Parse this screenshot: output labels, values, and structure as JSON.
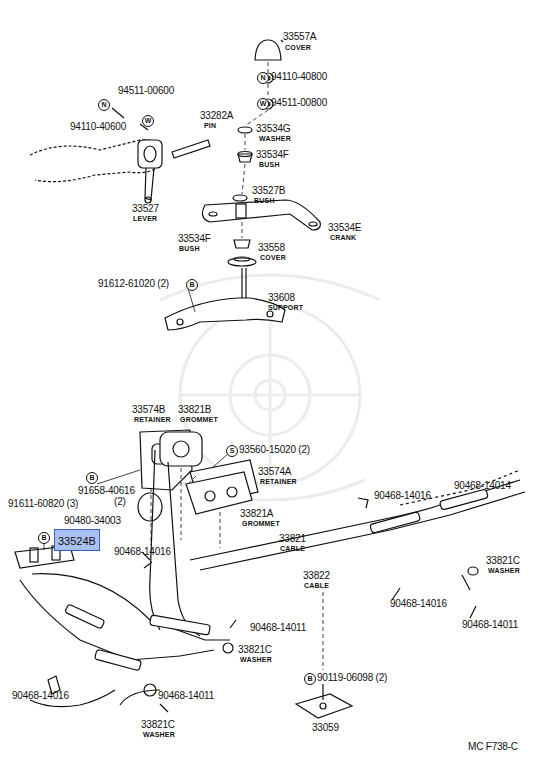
{
  "diagram": {
    "nodes": [
      {
        "text": [
          "33524B"
        ]
      }
    ],
    "labels": [
      "33557A",
      "COVER",
      "N",
      "94110-40800",
      "94511-00600",
      "N",
      "W",
      "W",
      "94511-00800",
      "94110-40600",
      "33282A",
      "PIN",
      "33534G",
      "WASHER",
      "33534F",
      "BUSH",
      "33527",
      "LEVER",
      "33527B",
      "BUSH",
      "33534E",
      "CRANK",
      "33534F",
      "BUSH",
      "33558",
      "COVER",
      "91612-61020 (2)",
      "B",
      "33608",
      "SUPPORT",
      "33574B",
      "RETAINER",
      "33821B",
      "GROMMET",
      "S",
      "93560-15020 (2)",
      "B",
      "91658-40616",
      "(2)",
      "33574A",
      "RETAINER",
      "91611-60820 (3)",
      "90480-34003",
      "33821A",
      "GROMMET",
      "B",
      "90468-14016",
      "90468-14014",
      "90468-14016",
      "33821",
      "CABLE",
      "33821C",
      "WASHER",
      "33822",
      "CABLE",
      "90468-14016",
      "90468-14011",
      "90468-14011",
      "33821C",
      "WASHER",
      "B",
      "90119-06098 (2)",
      "33059",
      "90468-14016",
      "90468-14011",
      "33821C",
      "WASHER",
      "MC F738-C"
    ]
  }
}
